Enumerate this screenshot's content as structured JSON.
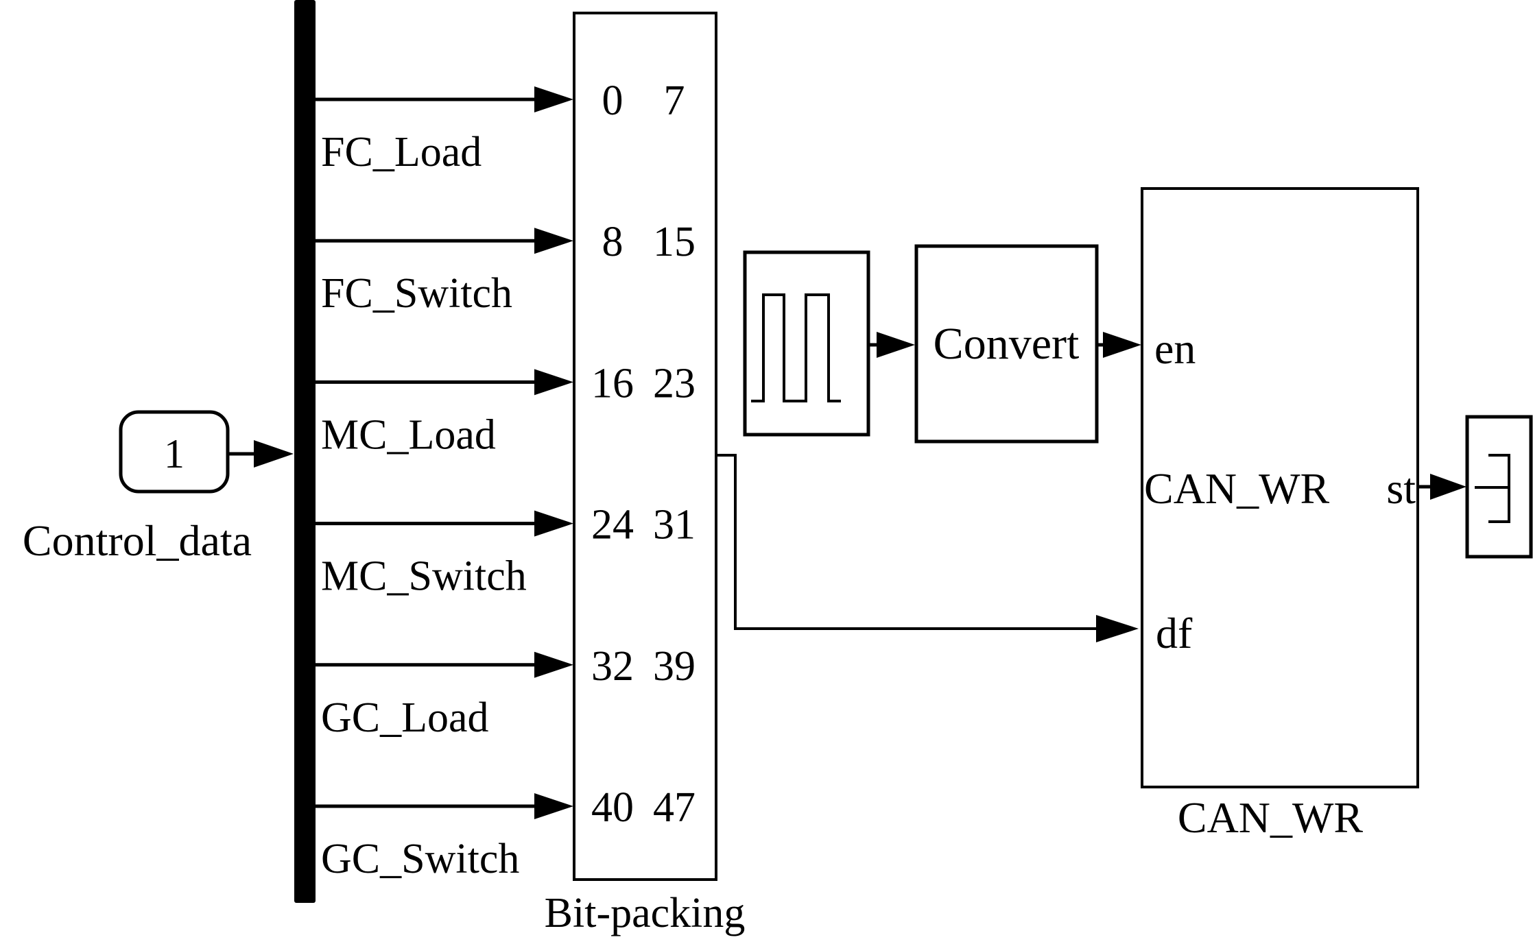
{
  "diagram": {
    "inport": {
      "number": "1",
      "name": "Control_data"
    },
    "bus_signals": [
      {
        "name": "FC_Load",
        "bits_start": "0",
        "bits_end": "7"
      },
      {
        "name": "FC_Switch",
        "bits_start": "8",
        "bits_end": "15"
      },
      {
        "name": "MC_Load",
        "bits_start": "16",
        "bits_end": "23"
      },
      {
        "name": "MC_Switch",
        "bits_start": "24",
        "bits_end": "31"
      },
      {
        "name": "GC_Load",
        "bits_start": "32",
        "bits_end": "39"
      },
      {
        "name": "GC_Switch",
        "bits_start": "40",
        "bits_end": "47"
      }
    ],
    "bitpack_block": {
      "name": "Bit-packing"
    },
    "pulse_block": {
      "icon": "pulse-generator-icon"
    },
    "convert_block": {
      "label": "Convert"
    },
    "can_block": {
      "name": "CAN_WR",
      "inputs": [
        "en",
        "df"
      ],
      "inner_label": "CAN_WR",
      "output": "st"
    },
    "terminator": {
      "icon": "terminator-icon"
    }
  }
}
